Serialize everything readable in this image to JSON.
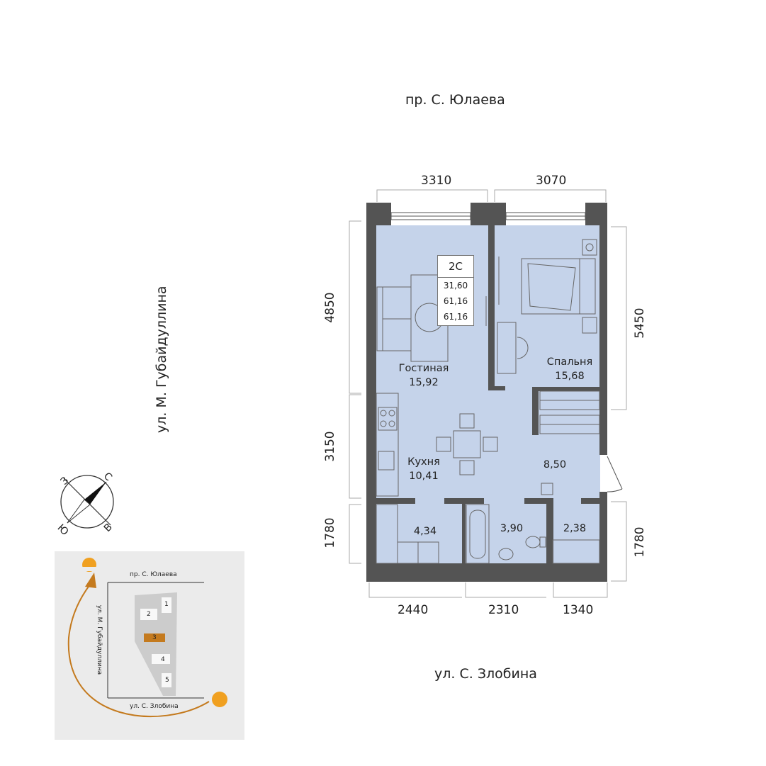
{
  "streets": {
    "top": "пр. С. Юлаева",
    "left": "ул. М. Губайдуллина",
    "bottom": "ул. С. Злобина"
  },
  "dimensions": {
    "top_left": "3310",
    "top_right": "3070",
    "left_upper": "4850",
    "left_middle": "3150",
    "left_lower": "1780",
    "right_upper": "5450",
    "right_lower": "1780",
    "bottom_left": "2440",
    "bottom_middle": "2310",
    "bottom_right": "1340"
  },
  "apartment": {
    "type": "2С",
    "living_area": "31,60",
    "total_area": "61,16",
    "total_area_balcony": "61,16"
  },
  "rooms": {
    "living": {
      "name": "Гостиная",
      "area": "15,92"
    },
    "bedroom": {
      "name": "Спальня",
      "area": "15,68"
    },
    "kitchen": {
      "name": "Кухня",
      "area": "10,41"
    },
    "hall": {
      "area": "8,50"
    },
    "storage": {
      "area": "4,34"
    },
    "bathroom": {
      "area": "3,90"
    },
    "closet": {
      "area": "2,38"
    }
  },
  "compass": {
    "n": "С",
    "s": "Ю",
    "w": "З",
    "e": "В"
  },
  "site_plan": {
    "street_top": "пр. С. Юлаева",
    "street_left": "ул. М. Губайдуллина",
    "street_bottom": "ул. С. Злобина",
    "buildings": [
      "1",
      "2",
      "3",
      "4",
      "5"
    ],
    "highlight": "3"
  },
  "colors": {
    "wall": "#545454",
    "floor": "#c5d3ea",
    "highlight": "#c47a1e",
    "sun": "#f0a020",
    "site_bg": "#ebebeb"
  }
}
